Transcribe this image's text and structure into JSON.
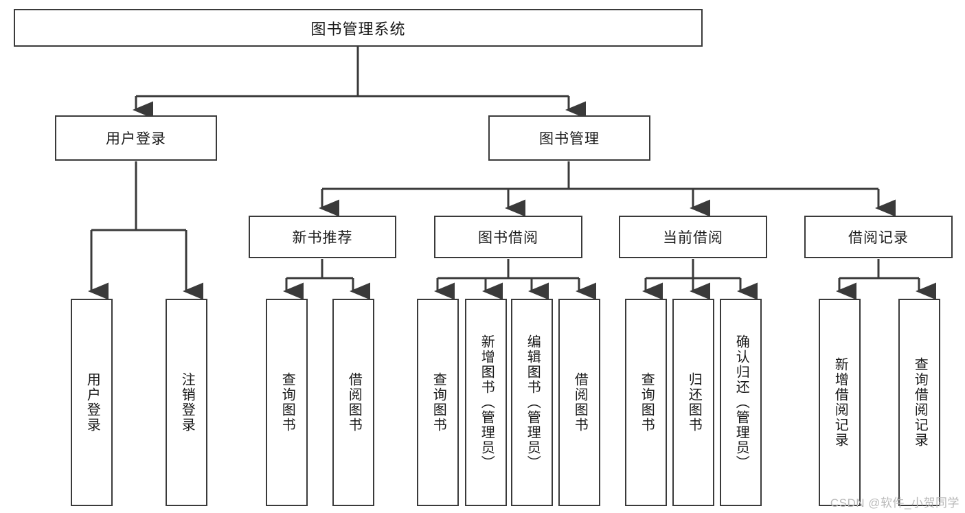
{
  "diagram": {
    "type": "tree",
    "title": "图书管理系统",
    "orientation": "top-down",
    "colors": {
      "box_border": "#3a3a3a",
      "box_fill": "#ffffff",
      "edge": "#3a3a3a",
      "text": "#1a1a1a",
      "watermark": "#b9b9b9"
    },
    "levels": {
      "level1_label": "图书管理系统",
      "level2": [
        "用户登录",
        "图书管理"
      ],
      "level3": [
        "新书推荐",
        "图书借阅",
        "当前借阅",
        "借阅记录"
      ]
    },
    "nodes": {
      "root": {
        "label": "图书管理系统",
        "orientation": "horizontal"
      },
      "user_login": {
        "label": "用户登录",
        "orientation": "horizontal"
      },
      "book_manage": {
        "label": "图书管理",
        "orientation": "horizontal"
      },
      "new_book_rec": {
        "label": "新书推荐",
        "orientation": "horizontal"
      },
      "book_borrow": {
        "label": "图书借阅",
        "orientation": "horizontal"
      },
      "current_borrow": {
        "label": "当前借阅",
        "orientation": "horizontal"
      },
      "borrow_record": {
        "label": "借阅记录",
        "orientation": "horizontal"
      },
      "leaf_user_login": {
        "label": "用户登录",
        "orientation": "vertical"
      },
      "leaf_logout": {
        "label": "注销登录",
        "orientation": "vertical"
      },
      "leaf_query_book_1": {
        "label": "查询图书",
        "orientation": "vertical"
      },
      "leaf_borrow_book_1": {
        "label": "借阅图书",
        "orientation": "vertical"
      },
      "leaf_query_book_2": {
        "label": "查询图书",
        "orientation": "vertical"
      },
      "leaf_add_book": {
        "label": "新增图书（管理员）",
        "orientation": "vertical"
      },
      "leaf_edit_book": {
        "label": "编辑图书（管理员）",
        "orientation": "vertical"
      },
      "leaf_borrow_book_2": {
        "label": "借阅图书",
        "orientation": "vertical"
      },
      "leaf_query_book_3": {
        "label": "查询图书",
        "orientation": "vertical"
      },
      "leaf_return_book": {
        "label": "归还图书",
        "orientation": "vertical"
      },
      "leaf_confirm_return": {
        "label": "确认归还（管理员）",
        "orientation": "vertical"
      },
      "leaf_add_record": {
        "label": "新增借阅记录",
        "orientation": "vertical"
      },
      "leaf_query_record": {
        "label": "查询借阅记录",
        "orientation": "vertical"
      }
    },
    "edges": [
      {
        "from": "图书管理系统",
        "to": "用户登录"
      },
      {
        "from": "图书管理系统",
        "to": "图书管理"
      },
      {
        "from": "图书管理",
        "to": "新书推荐"
      },
      {
        "from": "图书管理",
        "to": "图书借阅"
      },
      {
        "from": "图书管理",
        "to": "当前借阅"
      },
      {
        "from": "图书管理",
        "to": "借阅记录"
      },
      {
        "from": "用户登录",
        "to": "用户登录"
      },
      {
        "from": "用户登录",
        "to": "注销登录"
      },
      {
        "from": "新书推荐",
        "to": "查询图书"
      },
      {
        "from": "新书推荐",
        "to": "借阅图书"
      },
      {
        "from": "图书借阅",
        "to": "查询图书"
      },
      {
        "from": "图书借阅",
        "to": "新增图书（管理员）"
      },
      {
        "from": "图书借阅",
        "to": "编辑图书（管理员）"
      },
      {
        "from": "图书借阅",
        "to": "借阅图书"
      },
      {
        "from": "当前借阅",
        "to": "查询图书"
      },
      {
        "from": "当前借阅",
        "to": "归还图书"
      },
      {
        "from": "当前借阅",
        "to": "确认归还（管理员）"
      },
      {
        "from": "借阅记录",
        "to": "新增借阅记录"
      },
      {
        "from": "借阅记录",
        "to": "查询借阅记录"
      }
    ]
  },
  "watermark": {
    "text": "CSDN @软件_小贺同学"
  }
}
